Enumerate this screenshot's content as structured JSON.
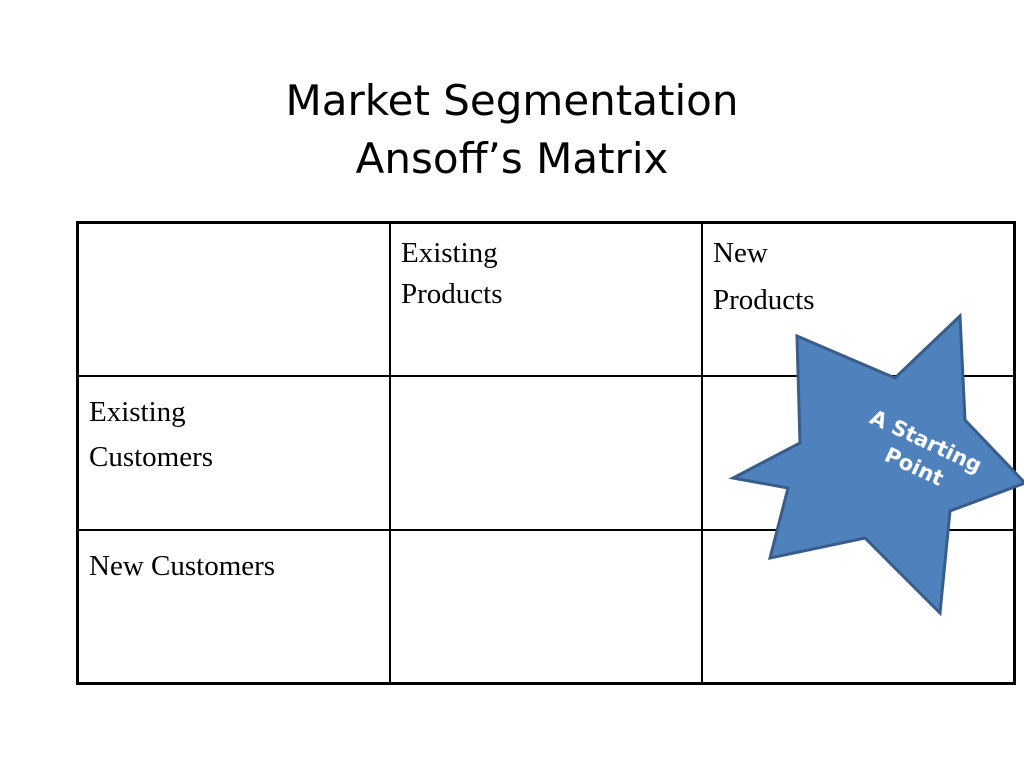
{
  "slide": {
    "title_line1": "Market Segmentation",
    "title_line2": "Ansoff’s Matrix"
  },
  "matrix": {
    "header": [
      "",
      "Existing Products",
      "New Products"
    ],
    "header_lines": {
      "existing_products": [
        "Existing",
        "Products"
      ],
      "new_products": [
        "New",
        "Products"
      ]
    },
    "rows": [
      {
        "label_lines": [
          "Existing",
          "Customers"
        ],
        "cells": [
          "",
          ""
        ]
      },
      {
        "label_lines": [
          "New Customers"
        ],
        "cells": [
          "",
          ""
        ]
      }
    ]
  },
  "callout": {
    "shape": "six-point-star",
    "fill_color": "#4F81BD",
    "stroke_color": "#385D8A",
    "text_color": "#FFFFFF",
    "label_lines": [
      "A Starting",
      "Point"
    ]
  }
}
